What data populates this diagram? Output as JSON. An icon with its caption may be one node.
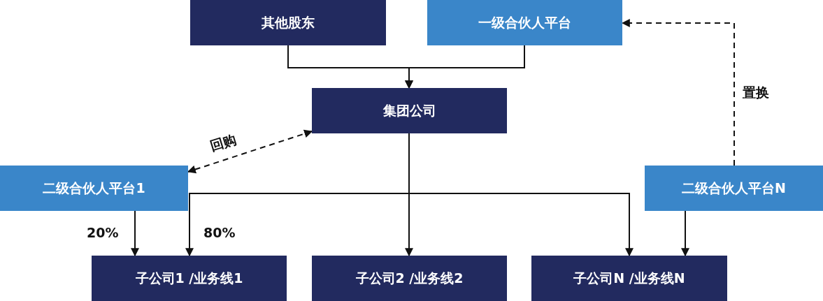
{
  "diagram": {
    "nodes": [
      {
        "text": [
          "其他股东"
        ]
      },
      {
        "text": [
          "一级合伙人平台"
        ]
      },
      {
        "text": [
          "集团公司"
        ]
      },
      {
        "text": [
          "二级合伙人平台1"
        ]
      },
      {
        "text": [
          "二级合伙人平台N"
        ]
      },
      {
        "text": [
          "子公司1 /业务线1"
        ]
      },
      {
        "text": [
          "子公司2 /业务线2"
        ]
      },
      {
        "text": [
          "子公司N /业务线N"
        ]
      }
    ],
    "edges": [
      {
        "from": 0,
        "to": 2,
        "arrow": "to"
      },
      {
        "from": 1,
        "to": 2,
        "arrow": "to"
      },
      {
        "from": 2,
        "to": 3,
        "arrow": "both",
        "style": "dashed",
        "label": "回购"
      },
      {
        "from": 4,
        "to": 1,
        "arrow": "to",
        "style": "dashed",
        "label": "置换"
      },
      {
        "from": 2,
        "to": 5,
        "arrow": "to",
        "label": "80%"
      },
      {
        "from": 3,
        "to": 5,
        "arrow": "to",
        "label": "20%"
      },
      {
        "from": 2,
        "to": 6,
        "arrow": "to"
      },
      {
        "from": 2,
        "to": 7,
        "arrow": "to"
      },
      {
        "from": 4,
        "to": 7,
        "arrow": "to"
      }
    ]
  }
}
